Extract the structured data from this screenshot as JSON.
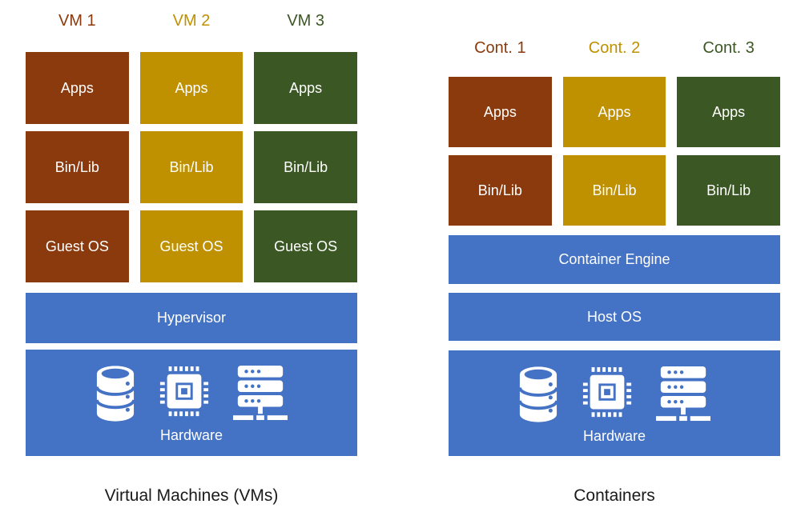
{
  "diagram": {
    "left_panel": {
      "caption": "Virtual Machines (VMs)",
      "columns": [
        {
          "label": "VM 1",
          "color": "#8B3A0E"
        },
        {
          "label": "VM 2",
          "color": "#BF9000"
        },
        {
          "label": "VM 3",
          "color": "#3B5724"
        }
      ],
      "stack_rows": [
        "Apps",
        "Bin/Lib",
        "Guest OS"
      ],
      "layers": [
        {
          "label": "Hypervisor"
        },
        {
          "label": "Hardware",
          "icons": [
            "database-icon",
            "cpu-icon",
            "server-rack-icon"
          ]
        }
      ]
    },
    "right_panel": {
      "caption": "Containers",
      "columns": [
        {
          "label": "Cont. 1",
          "color": "#8B3A0E"
        },
        {
          "label": "Cont. 2",
          "color": "#BF9000"
        },
        {
          "label": "Cont. 3",
          "color": "#3B5724"
        }
      ],
      "stack_rows": [
        "Apps",
        "Bin/Lib"
      ],
      "layers": [
        {
          "label": "Container Engine"
        },
        {
          "label": "Host OS"
        },
        {
          "label": "Hardware",
          "icons": [
            "database-icon",
            "cpu-icon",
            "server-rack-icon"
          ]
        }
      ]
    },
    "colors": {
      "column1_brown": "#8B3A0E",
      "column2_gold": "#BF9000",
      "column3_green": "#3B5724",
      "layer_blue": "#4472C4",
      "box_text": "#FFFFFF",
      "caption_text": "#1A1A1A",
      "background": "#FFFFFF"
    }
  }
}
